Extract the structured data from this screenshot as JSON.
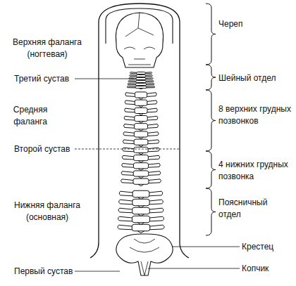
{
  "diagram": {
    "labels": [
      "Верхняя фаланга (ногтевая)",
      "Третий сустав",
      "Средняя фаланга",
      "Второй сустав",
      "Нижняя фаланга (основная)",
      "Первый сустав",
      "Череп",
      "Шейный отдел",
      "8 верхних грудных позвонков",
      "4 нижних грудных позвонка",
      "Поясничный отдел",
      "Крестец",
      "Копчик"
    ]
  }
}
